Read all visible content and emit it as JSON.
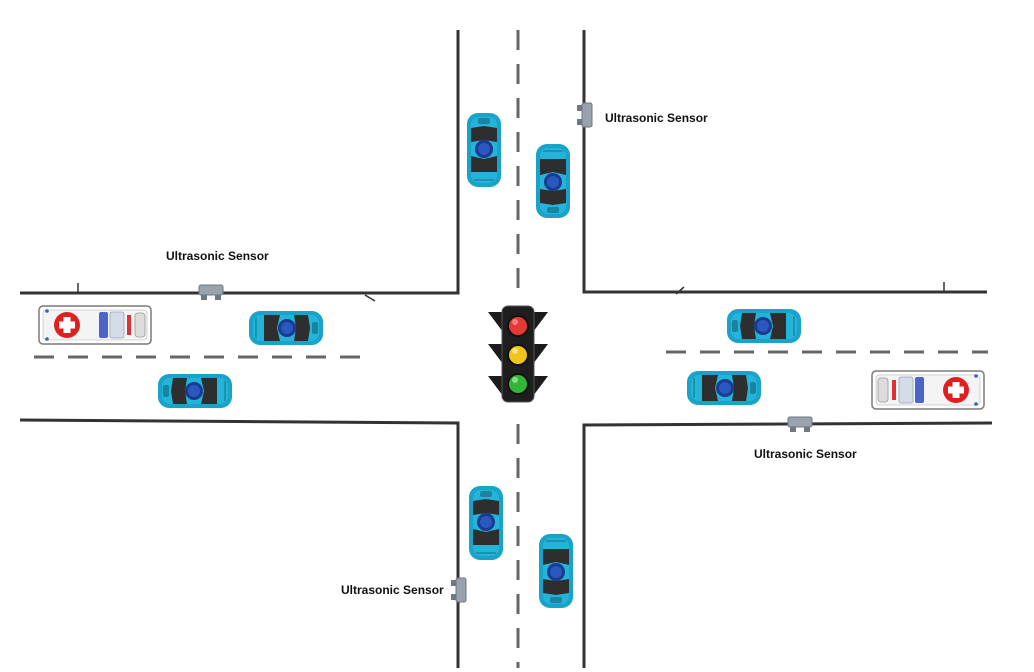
{
  "labels": {
    "sensor_north": "Ultrasonic Sensor",
    "sensor_west": "Ultrasonic Sensor",
    "sensor_east": "Ultrasonic Sensor",
    "sensor_south": "Ultrasonic Sensor"
  },
  "colors": {
    "road_edge": "#333333",
    "lane_dash": "#666666",
    "car_body": "#1aa3c8",
    "car_window": "#2e2e2e",
    "car_roof": "#1b3b8f",
    "ambulance_cross": "#e02020",
    "light_red": "#e53935",
    "light_yellow": "#f2c318",
    "light_green": "#35b535",
    "sensor": "#9aa2ad"
  },
  "traffic_light": {
    "active": "all",
    "lamps": [
      "red",
      "yellow",
      "green"
    ]
  },
  "vehicles": {
    "cars": [
      "car-north-left",
      "car-north-right",
      "car-west-top",
      "car-west-bottom",
      "car-east-top",
      "car-east-bottom",
      "car-south-left",
      "car-south-right"
    ],
    "ambulances": [
      "ambulance-west",
      "ambulance-east"
    ]
  }
}
